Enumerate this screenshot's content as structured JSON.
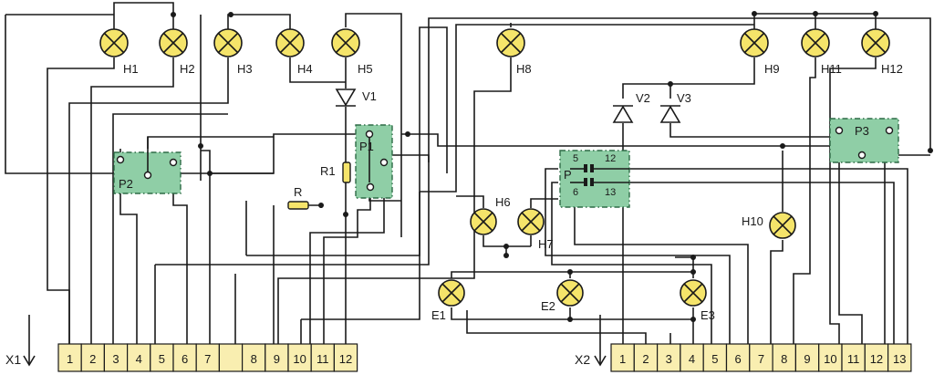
{
  "connectors": {
    "x1": {
      "label": "X1",
      "pins": [
        "1",
        "2",
        "3",
        "4",
        "5",
        "6",
        "7",
        "",
        "8",
        "9",
        "10",
        "11",
        "12"
      ]
    },
    "x2": {
      "label": "X2",
      "pins": [
        "1",
        "2",
        "3",
        "4",
        "5",
        "6",
        "7",
        "8",
        "9",
        "10",
        "11",
        "12",
        "13"
      ]
    }
  },
  "lamps": {
    "h1": "H1",
    "h2": "H2",
    "h3": "H3",
    "h4": "H4",
    "h5": "H5",
    "h6": "H6",
    "h7": "H7",
    "h8": "H8",
    "h9": "H9",
    "h10": "H10",
    "h11": "H11",
    "h12": "H12",
    "e1": "E1",
    "e2": "E2",
    "e3": "E3"
  },
  "diodes": {
    "v1": "V1",
    "v2": "V2",
    "v3": "V3"
  },
  "resistors": {
    "r": "R",
    "r1": "R1"
  },
  "relays": {
    "p1": "P1",
    "p2": "P2",
    "p3": "P3",
    "p": {
      "label": "P",
      "contacts": [
        "5",
        "12",
        "6",
        "13"
      ]
    }
  },
  "colors": {
    "relay_fill": "#8fcea6",
    "lamp_fill": "#f5e46a",
    "terminal_fill": "#f9eeb0"
  }
}
